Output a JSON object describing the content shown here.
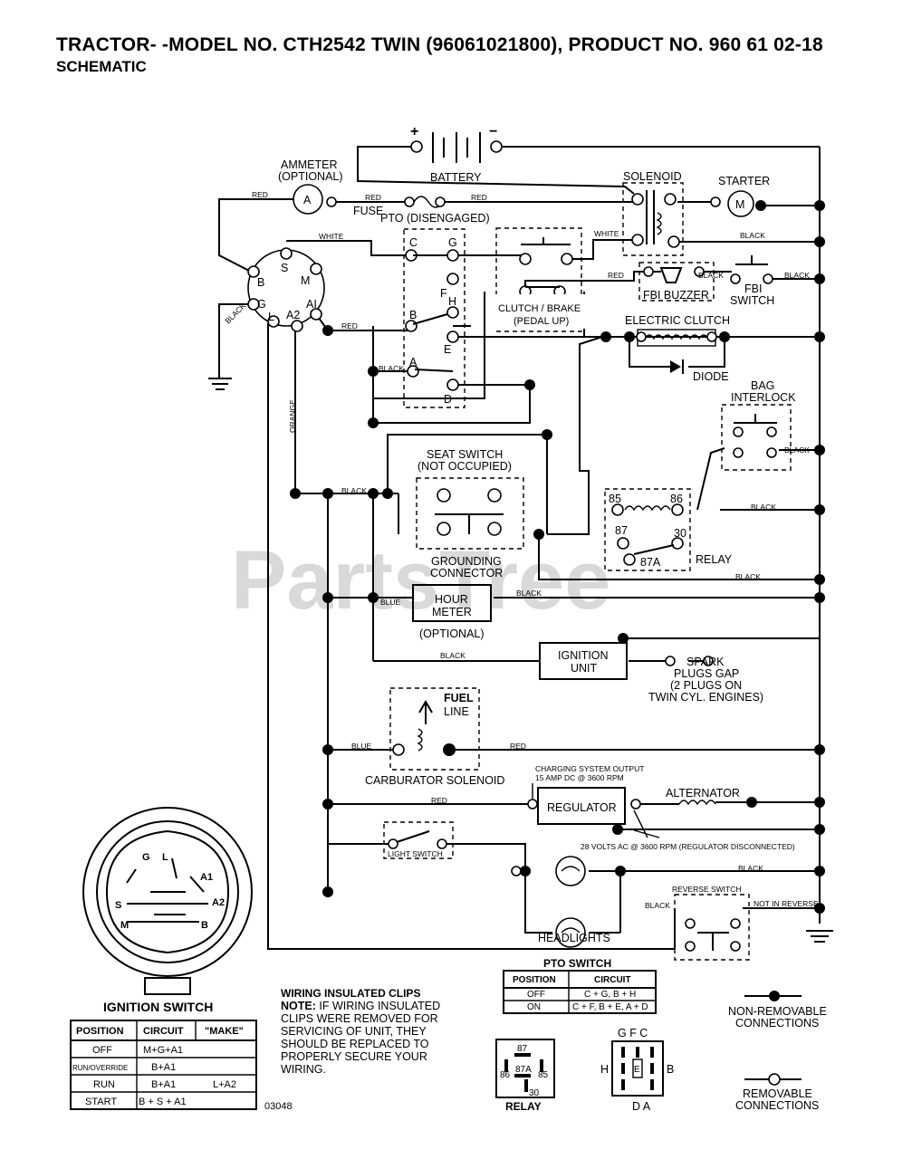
{
  "title": "TRACTOR- -MODEL NO. CTH2542 TWIN (96061021800), PRODUCT NO. 960 61 02-18",
  "subtitle": "SCHEMATIC",
  "watermark": "PartsTree",
  "components": {
    "battery": "BATTERY",
    "plus": "+",
    "minus": "−",
    "ammeter": "AMMETER",
    "ammeter_opt": "(OPTIONAL)",
    "ammeter_letter": "A",
    "fuse": "FUSE",
    "pto": "PTO (DISENGAGED)",
    "solenoid": "SOLENOID",
    "starter": "STARTER",
    "starter_letter": "M",
    "fbi_buzzer": "FBI BUZZER",
    "fbi_switch_1": "FBI",
    "fbi_switch_2": "SWITCH",
    "clutch_1": "CLUTCH / BRAKE",
    "clutch_2": "(PEDAL UP)",
    "electric_clutch": "ELECTRIC CLUTCH",
    "diode": "DIODE",
    "bag_1": "BAG",
    "bag_2": "INTERLOCK",
    "seat_1": "SEAT SWITCH",
    "seat_2": "(NOT OCCUPIED)",
    "ground_1": "GROUNDING",
    "ground_2": "CONNECTOR",
    "relay": "RELAY",
    "hour_1": "HOUR",
    "hour_2": "METER",
    "hour_opt": "(OPTIONAL)",
    "ign_unit_1": "IGNITION",
    "ign_unit_2": "UNIT",
    "spark_1": "SPARK",
    "spark_2": "PLUGS GAP",
    "spark_3": "(2 PLUGS ON",
    "spark_4": "TWIN CYL. ENGINES)",
    "fuel_1": "FUEL",
    "fuel_2": "LINE",
    "carb": "CARBURATOR SOLENOID",
    "charging_1": "CHARGING SYSTEM OUTPUT",
    "charging_2": "15 AMP DC @ 3600 RPM",
    "regulator": "REGULATOR",
    "alternator": "ALTERNATOR",
    "volts": "28 VOLTS AC @ 3600 RPM (REGULATOR DISCONNECTED)",
    "light_switch": "LIGHT SWITCH",
    "headlights": "HEADLIGHTS",
    "reverse_switch": "REVERSE SWITCH",
    "not_in_reverse": "NOT IN REVERSE",
    "diagram_no": "03048"
  },
  "wire_colors": {
    "red": "RED",
    "white": "WHITE",
    "black": "BLACK",
    "orange": "ORANGE",
    "blue": "BLUE"
  },
  "ign_terminals": [
    "B",
    "S",
    "M",
    "G",
    "L",
    "A2",
    "AI"
  ],
  "pto_terminals": [
    "C",
    "G",
    "B",
    "F",
    "H",
    "E",
    "A",
    "D"
  ],
  "relay_terminals": [
    "85",
    "86",
    "87",
    "30",
    "87A"
  ],
  "ignition_switch": {
    "title": "IGNITION SWITCH",
    "face": [
      "G",
      "L",
      "A1",
      "S",
      "A2",
      "M",
      "B"
    ],
    "headers": [
      "POSITION",
      "CIRCUIT",
      "\"MAKE\""
    ],
    "rows": [
      [
        "OFF",
        "M+G+A1",
        ""
      ],
      [
        "RUN/OVERRIDE",
        "B+A1",
        ""
      ],
      [
        "RUN",
        "B+A1",
        "L+A2"
      ],
      [
        "START",
        "B + S + A1",
        ""
      ]
    ]
  },
  "notes": {
    "heading": "WIRING INSULATED CLIPS",
    "note_label": "NOTE:",
    "lines": [
      " IF WIRING INSULATED",
      "CLIPS WERE REMOVED FOR",
      "SERVICING OF UNIT, THEY",
      "SHOULD BE REPLACED TO",
      "PROPERLY SECURE YOUR",
      "WIRING."
    ]
  },
  "pto_switch": {
    "title": "PTO SWITCH",
    "headers": [
      "POSITION",
      "CIRCUIT"
    ],
    "rows": [
      [
        "OFF",
        "C + G, B + H"
      ],
      [
        "ON",
        "C + F, B + E, A + D"
      ]
    ]
  },
  "relay_diagram": {
    "label": "RELAY",
    "pins": [
      "87",
      "87A",
      "86",
      "85",
      "30"
    ]
  },
  "pto_diagram": {
    "top": "G F C",
    "left": "H",
    "center": "E",
    "right": "B",
    "bottom": "D A"
  },
  "legend": {
    "non_removable_1": "NON-REMOVABLE",
    "non_removable_2": "CONNECTIONS",
    "removable_1": "REMOVABLE",
    "removable_2": "CONNECTIONS"
  }
}
